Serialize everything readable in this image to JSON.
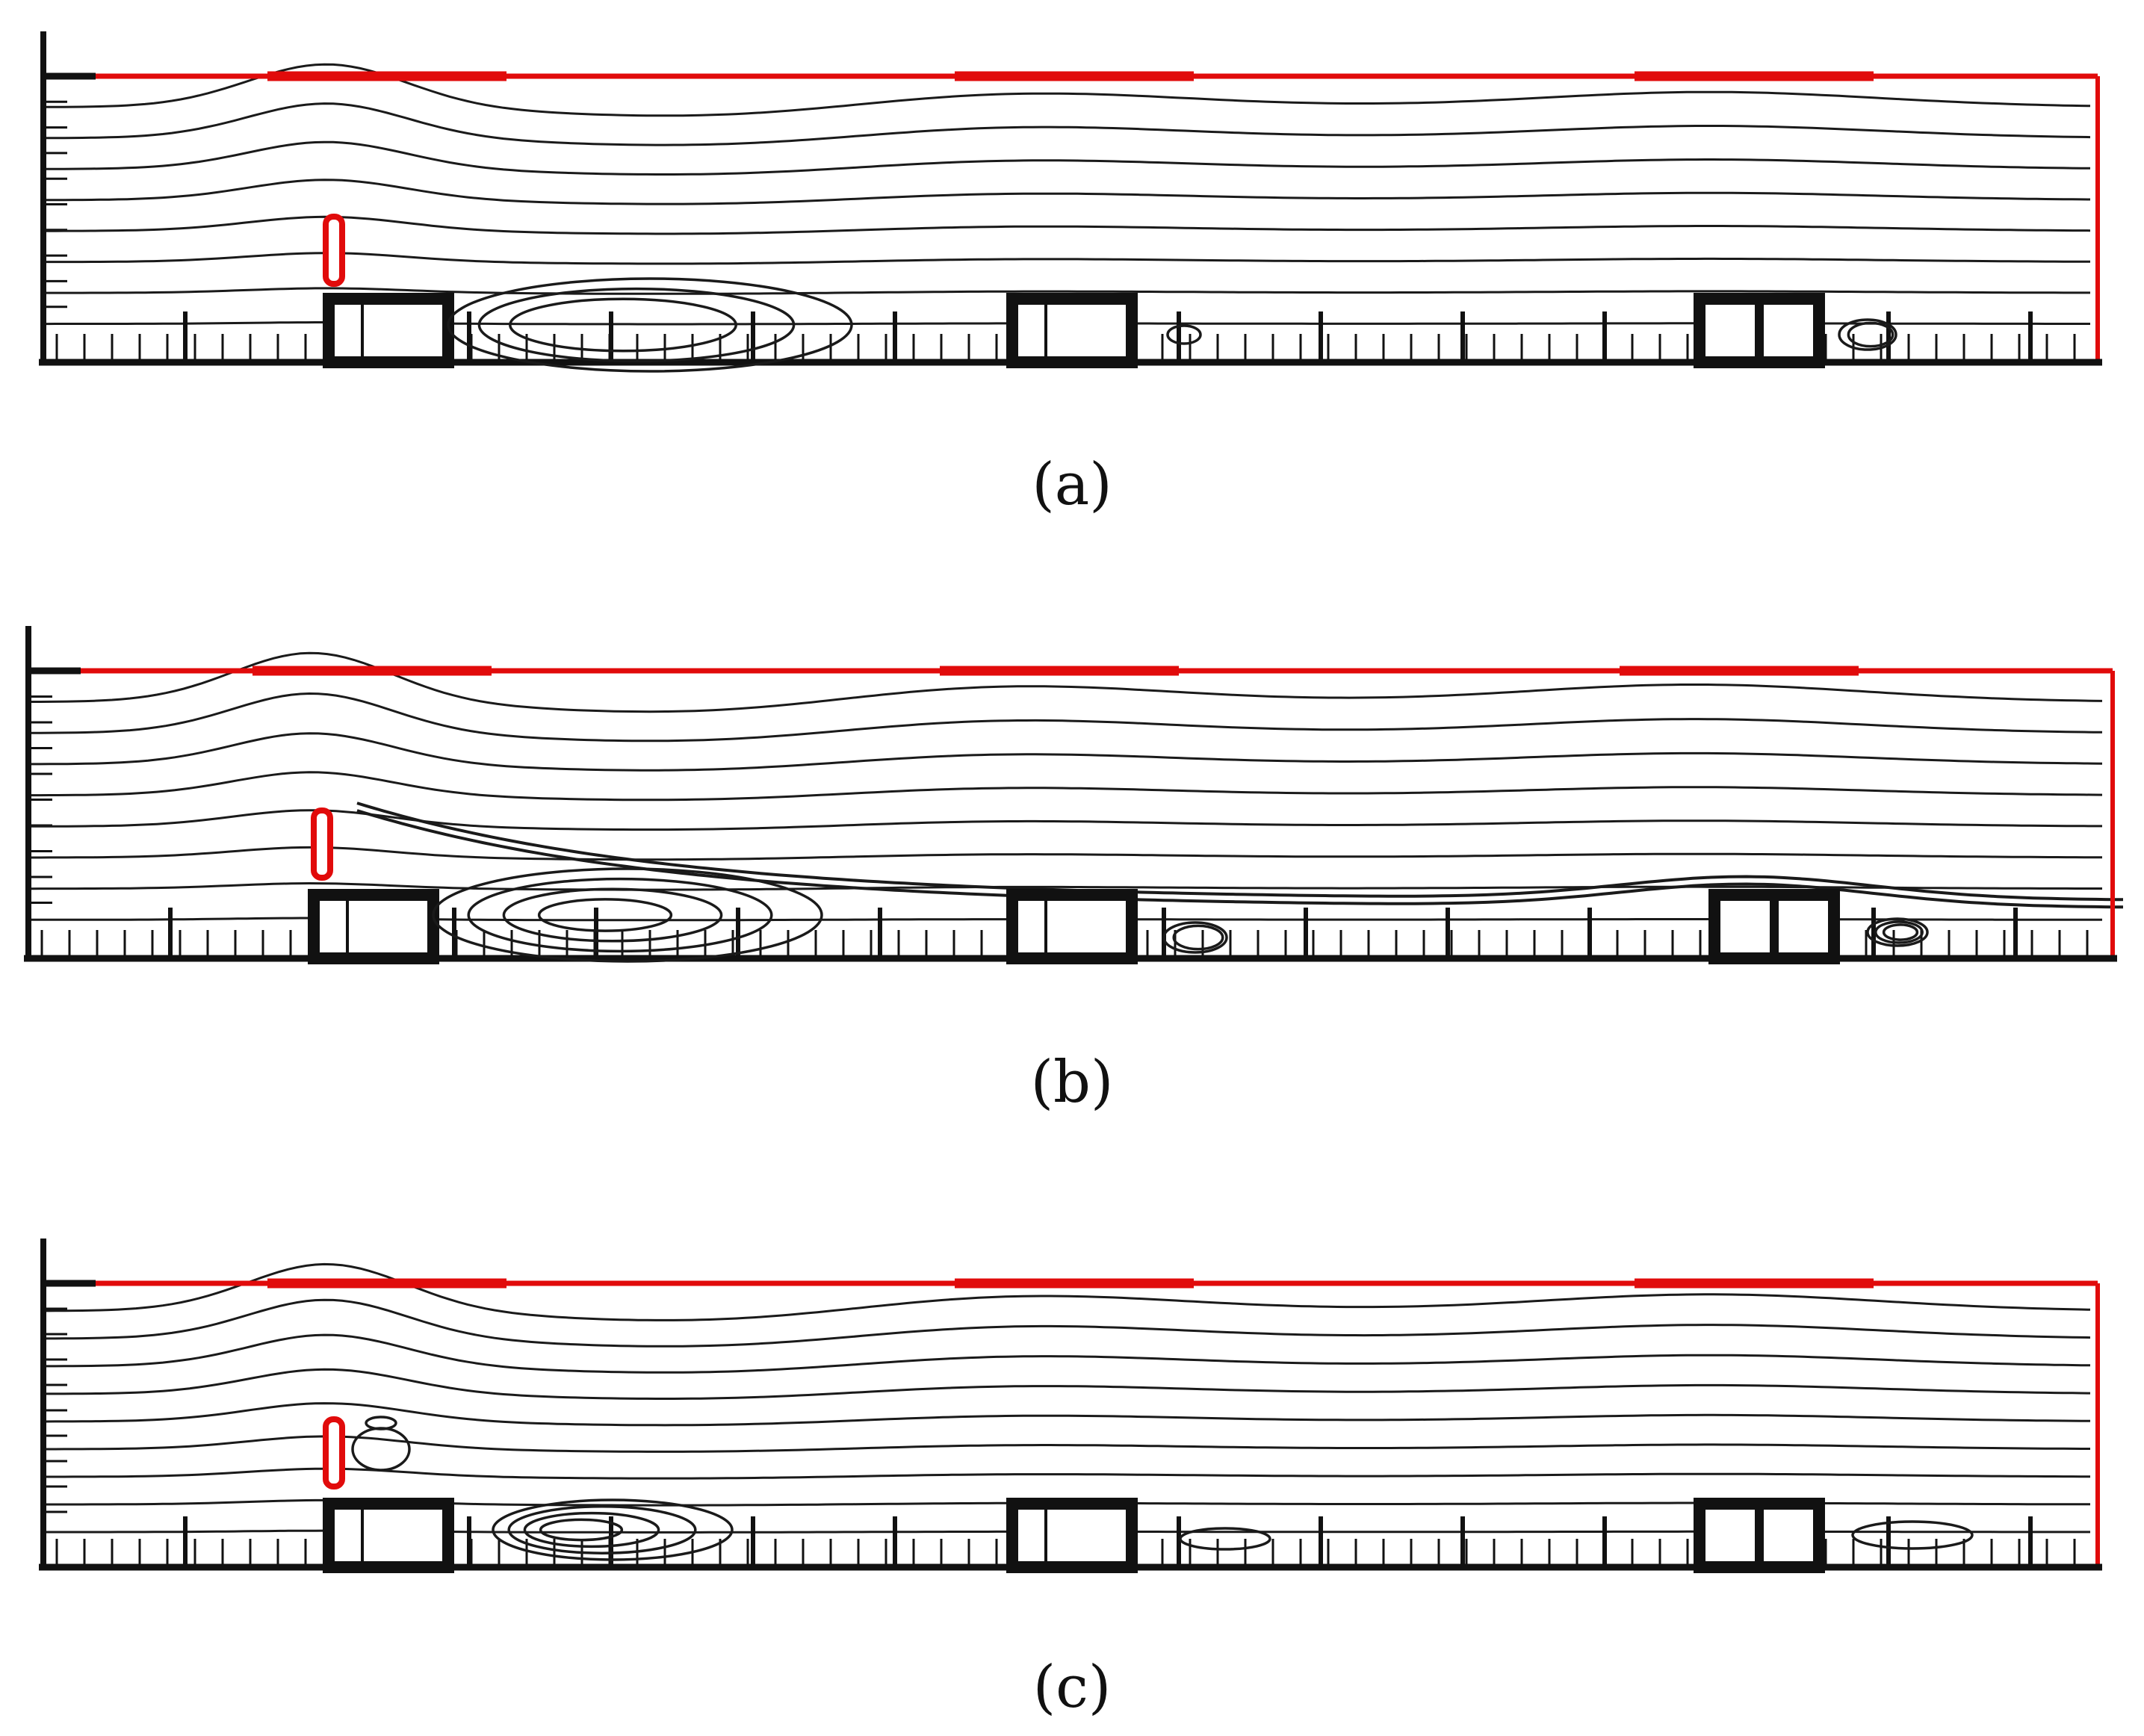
{
  "panels": [
    {
      "id": "a",
      "label": "(a)"
    },
    {
      "id": "b",
      "label": "(b)"
    },
    {
      "id": "c",
      "label": "(c)"
    }
  ],
  "colors": {
    "boundary": "#e10b0b",
    "structure": "#111111",
    "streamline": "#1a1a1a"
  }
}
